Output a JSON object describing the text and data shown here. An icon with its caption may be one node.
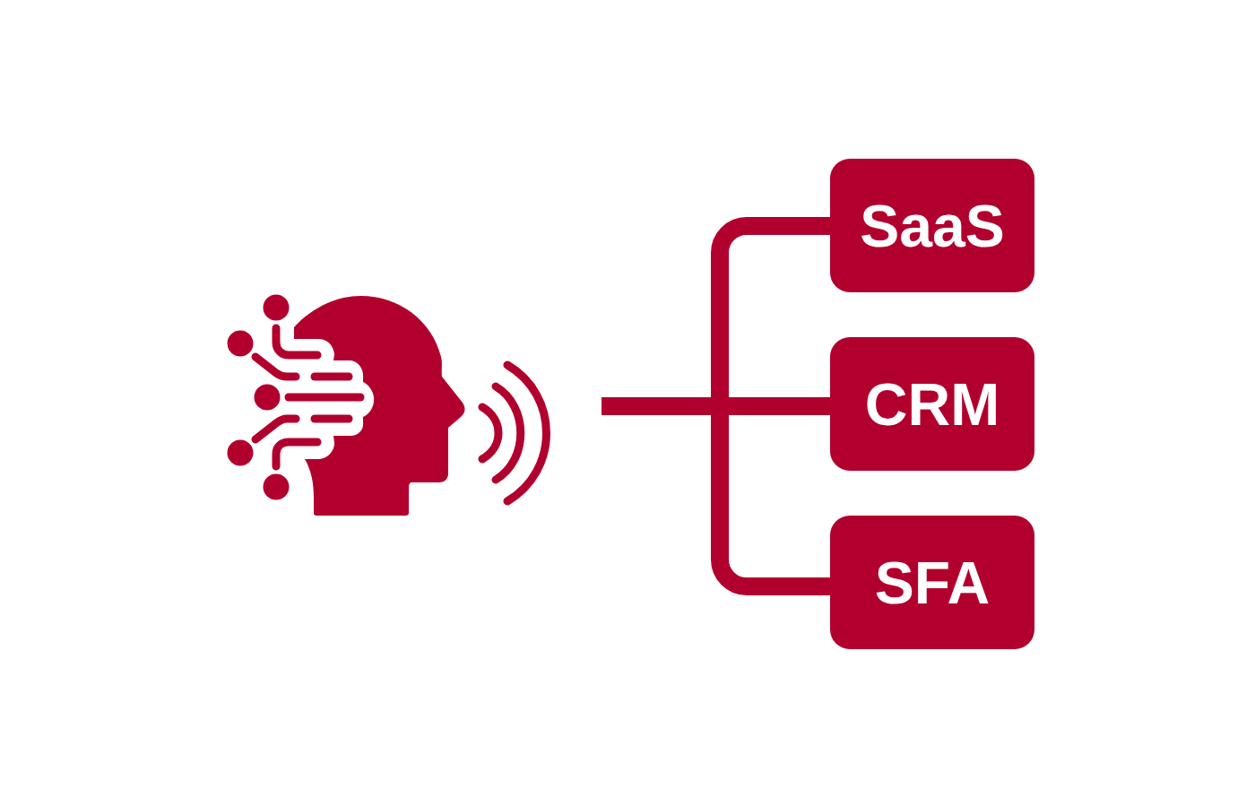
{
  "diagram": {
    "nodes": [
      {
        "text": [],
        "shape": "picture"
      },
      {
        "text": [
          "SaaS"
        ]
      },
      {
        "text": [
          "CRM"
        ]
      },
      {
        "text": [
          "SFA"
        ]
      }
    ],
    "edges": [
      {
        "from": 0,
        "to": 1,
        "arrow": "none"
      },
      {
        "from": 0,
        "to": 2,
        "arrow": "none"
      },
      {
        "from": 0,
        "to": 3,
        "arrow": "none"
      }
    ]
  }
}
